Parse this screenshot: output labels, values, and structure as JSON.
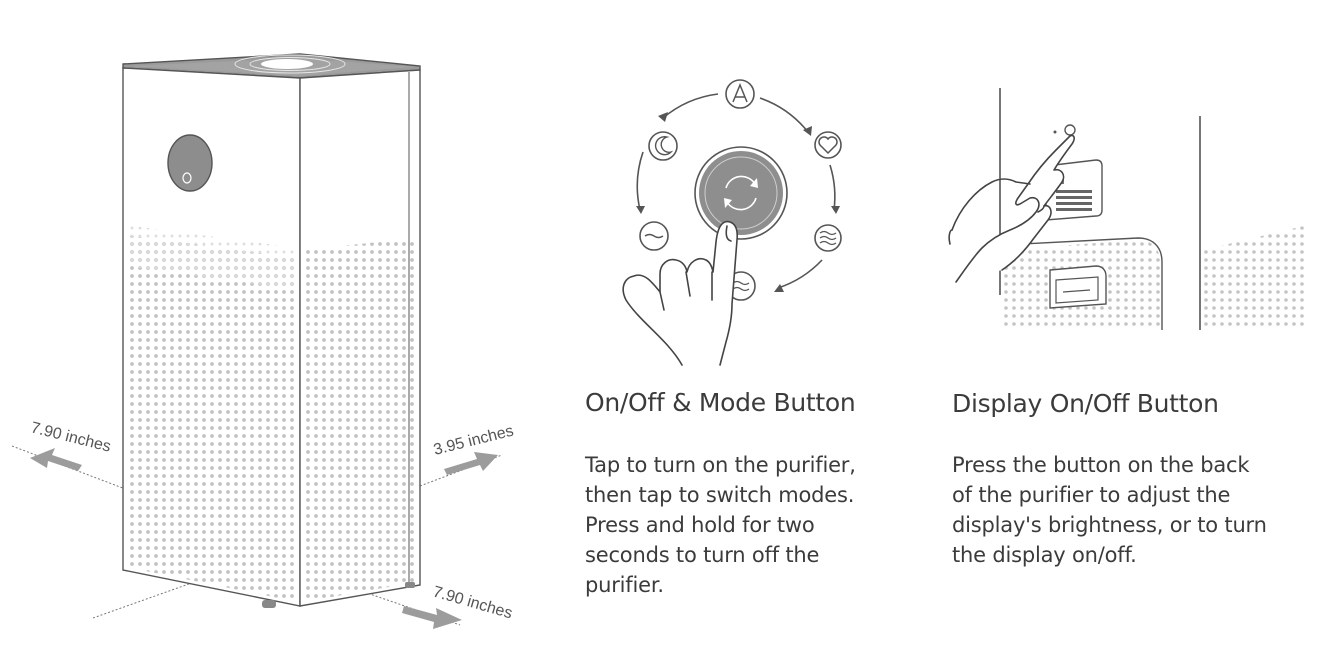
{
  "purifier": {
    "dim_width": "7.90 inches",
    "dim_depth": "3.95 inches",
    "dim_length": "7.90 inches"
  },
  "mode_button": {
    "title": "On/Off & Mode Button",
    "description": "Tap to turn on the purifier,\nthen tap to switch modes.\nPress and hold for two\nseconds to turn off the\npurifier."
  },
  "display_button": {
    "title": "Display On/Off Button",
    "description": "Press the button on the back\nof the purifier to adjust the\ndisplay's brightness, or to turn\nthe display on/off."
  },
  "mode_icons": [
    "auto-mode-icon",
    "favorite-mode-icon",
    "high-fan-icon",
    "medium-fan-icon",
    "low-fan-icon",
    "night-mode-icon"
  ],
  "colors": {
    "line": "#555555",
    "fill_gray": "#8f8f8f",
    "dot": "#c4c4c4",
    "arrow": "#9a9a9a"
  }
}
